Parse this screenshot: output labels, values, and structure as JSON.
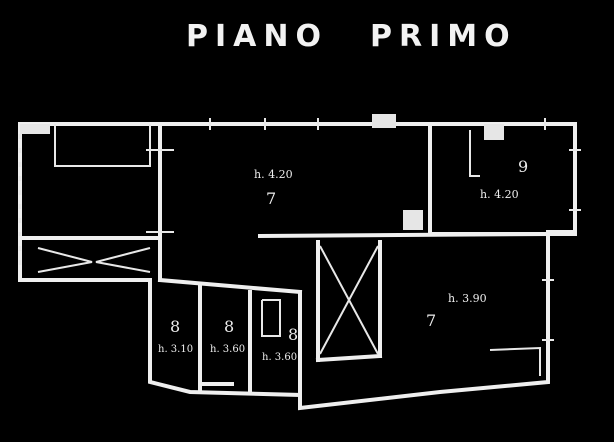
{
  "title_left": "PIANO",
  "title_right": "PRIMO",
  "room_labels": {
    "hall_height": "h. 4.20",
    "hall_number": "7",
    "small_room_number": "9",
    "small_room_height": "h. 4.20",
    "right_room_height": "h. 3.90",
    "right_room_number": "7",
    "bottom_left_number": "8",
    "bottom_left_height": "h. 3.10",
    "bottom_mid_number": "8",
    "bottom_mid_height": "h. 3.60",
    "bottom_right_number": "8",
    "bottom_right_height": "h. 3.60"
  },
  "colors": {
    "background": "#000000",
    "ink": "#efefef"
  }
}
